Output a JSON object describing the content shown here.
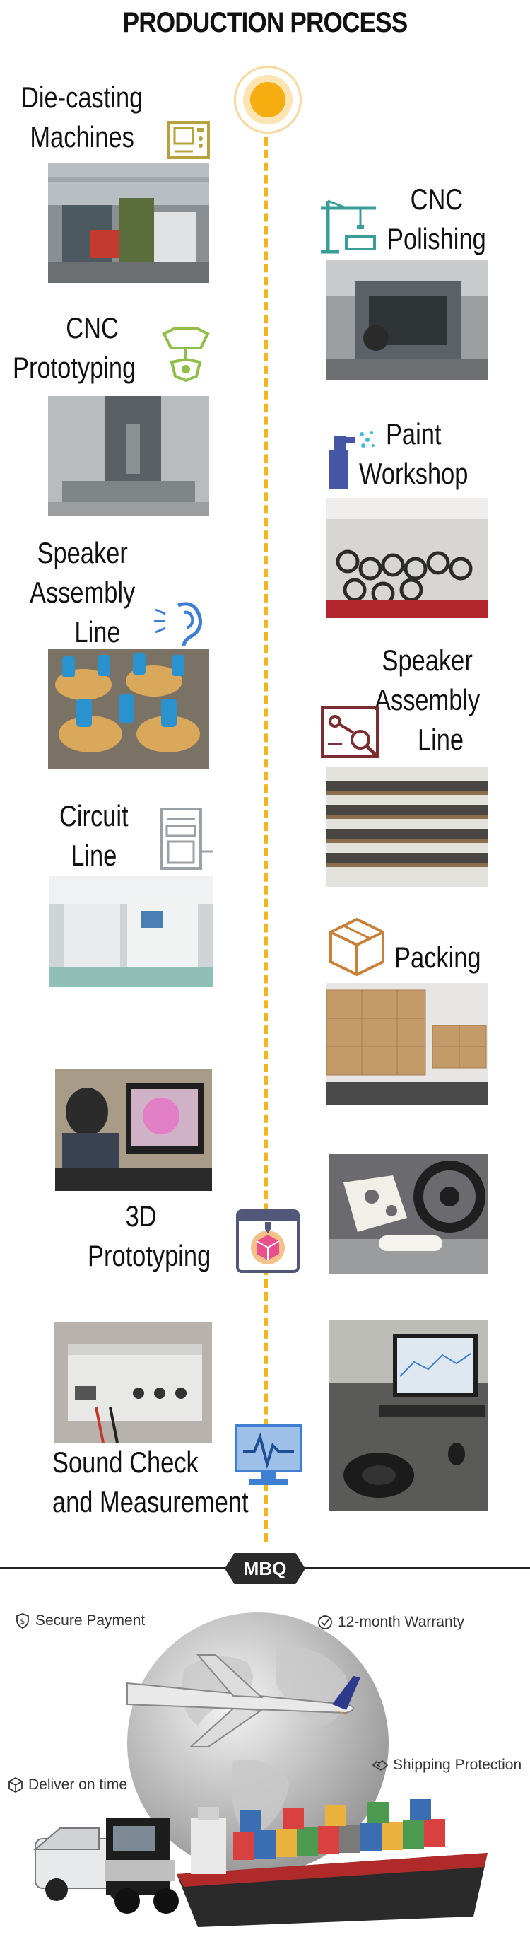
{
  "page": {
    "title": "PRODUCTION PROCESS"
  },
  "steps": [
    {
      "lines": [
        "Die-casting",
        "Machines"
      ],
      "icon": "microwave-machine-icon"
    },
    {
      "lines": [
        "CNC",
        "Polishing"
      ],
      "icon": "crane-icon"
    },
    {
      "lines": [
        "CNC",
        "Prototyping"
      ],
      "icon": "robot-claw-icon"
    },
    {
      "lines": [
        "Paint",
        "Workshop"
      ],
      "icon": "spray-bottle-icon"
    },
    {
      "lines": [
        "Speaker",
        "Assembly",
        "Line"
      ],
      "icon": "ear-speaker-icon"
    },
    {
      "lines": [
        "Speaker",
        "Assembly",
        "Line"
      ],
      "icon": "robot-arm-inspect-icon"
    },
    {
      "lines": [
        "Circuit",
        "Line"
      ],
      "icon": "printer-machine-icon"
    },
    {
      "lines": [
        "Packing"
      ],
      "icon": "box-icon"
    },
    {
      "lines": [
        "3D",
        "Prototyping"
      ],
      "icon": "3d-printer-icon"
    },
    {
      "lines": [
        "Sound Check",
        "and Measurement"
      ],
      "icon": "monitor-waveform-icon"
    }
  ],
  "footer": {
    "brand": "MBQ",
    "features": [
      {
        "label": "Secure Payment",
        "icon": "dollar-shield-icon"
      },
      {
        "label": "12-month Warranty",
        "icon": "check-circle-icon"
      },
      {
        "label": "Deliver on time",
        "icon": "package-icon"
      },
      {
        "label": "Shipping Protection",
        "icon": "handshake-icon"
      }
    ]
  },
  "colors": {
    "timeline": "#f3b422",
    "olive_icon": "#b5a23e",
    "teal_icon": "#3a9e98",
    "green_icon": "#8fbf4a",
    "blue_icon": "#3f7fd1",
    "maroon_icon": "#7b2d2f",
    "orange_icon": "#c8813a",
    "gray_icon": "#9aa0a6"
  }
}
